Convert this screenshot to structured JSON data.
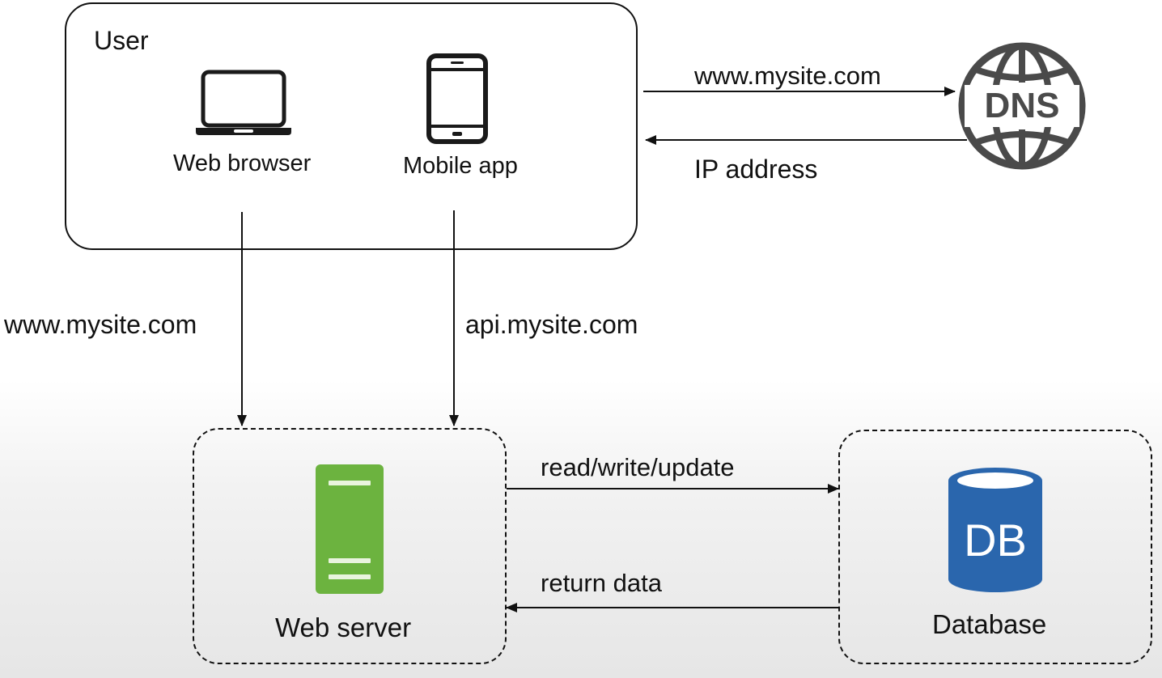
{
  "user_group": {
    "title": "User",
    "web_browser_label": "Web browser",
    "mobile_app_label": "Mobile app"
  },
  "dns": {
    "icon_text": "DNS",
    "request_label": "www.mysite.com",
    "response_label": "IP address"
  },
  "client_requests": {
    "web_label": "www.mysite.com",
    "api_label": "api.mysite.com"
  },
  "web_server": {
    "label": "Web server"
  },
  "database": {
    "label": "Database",
    "icon_text": "DB",
    "request_label": "read/write/update",
    "response_label": "return data"
  },
  "colors": {
    "server_green": "#6cb33f",
    "database_blue": "#2a66ad",
    "dns_gray": "#4a4a4a",
    "line": "#111111"
  }
}
